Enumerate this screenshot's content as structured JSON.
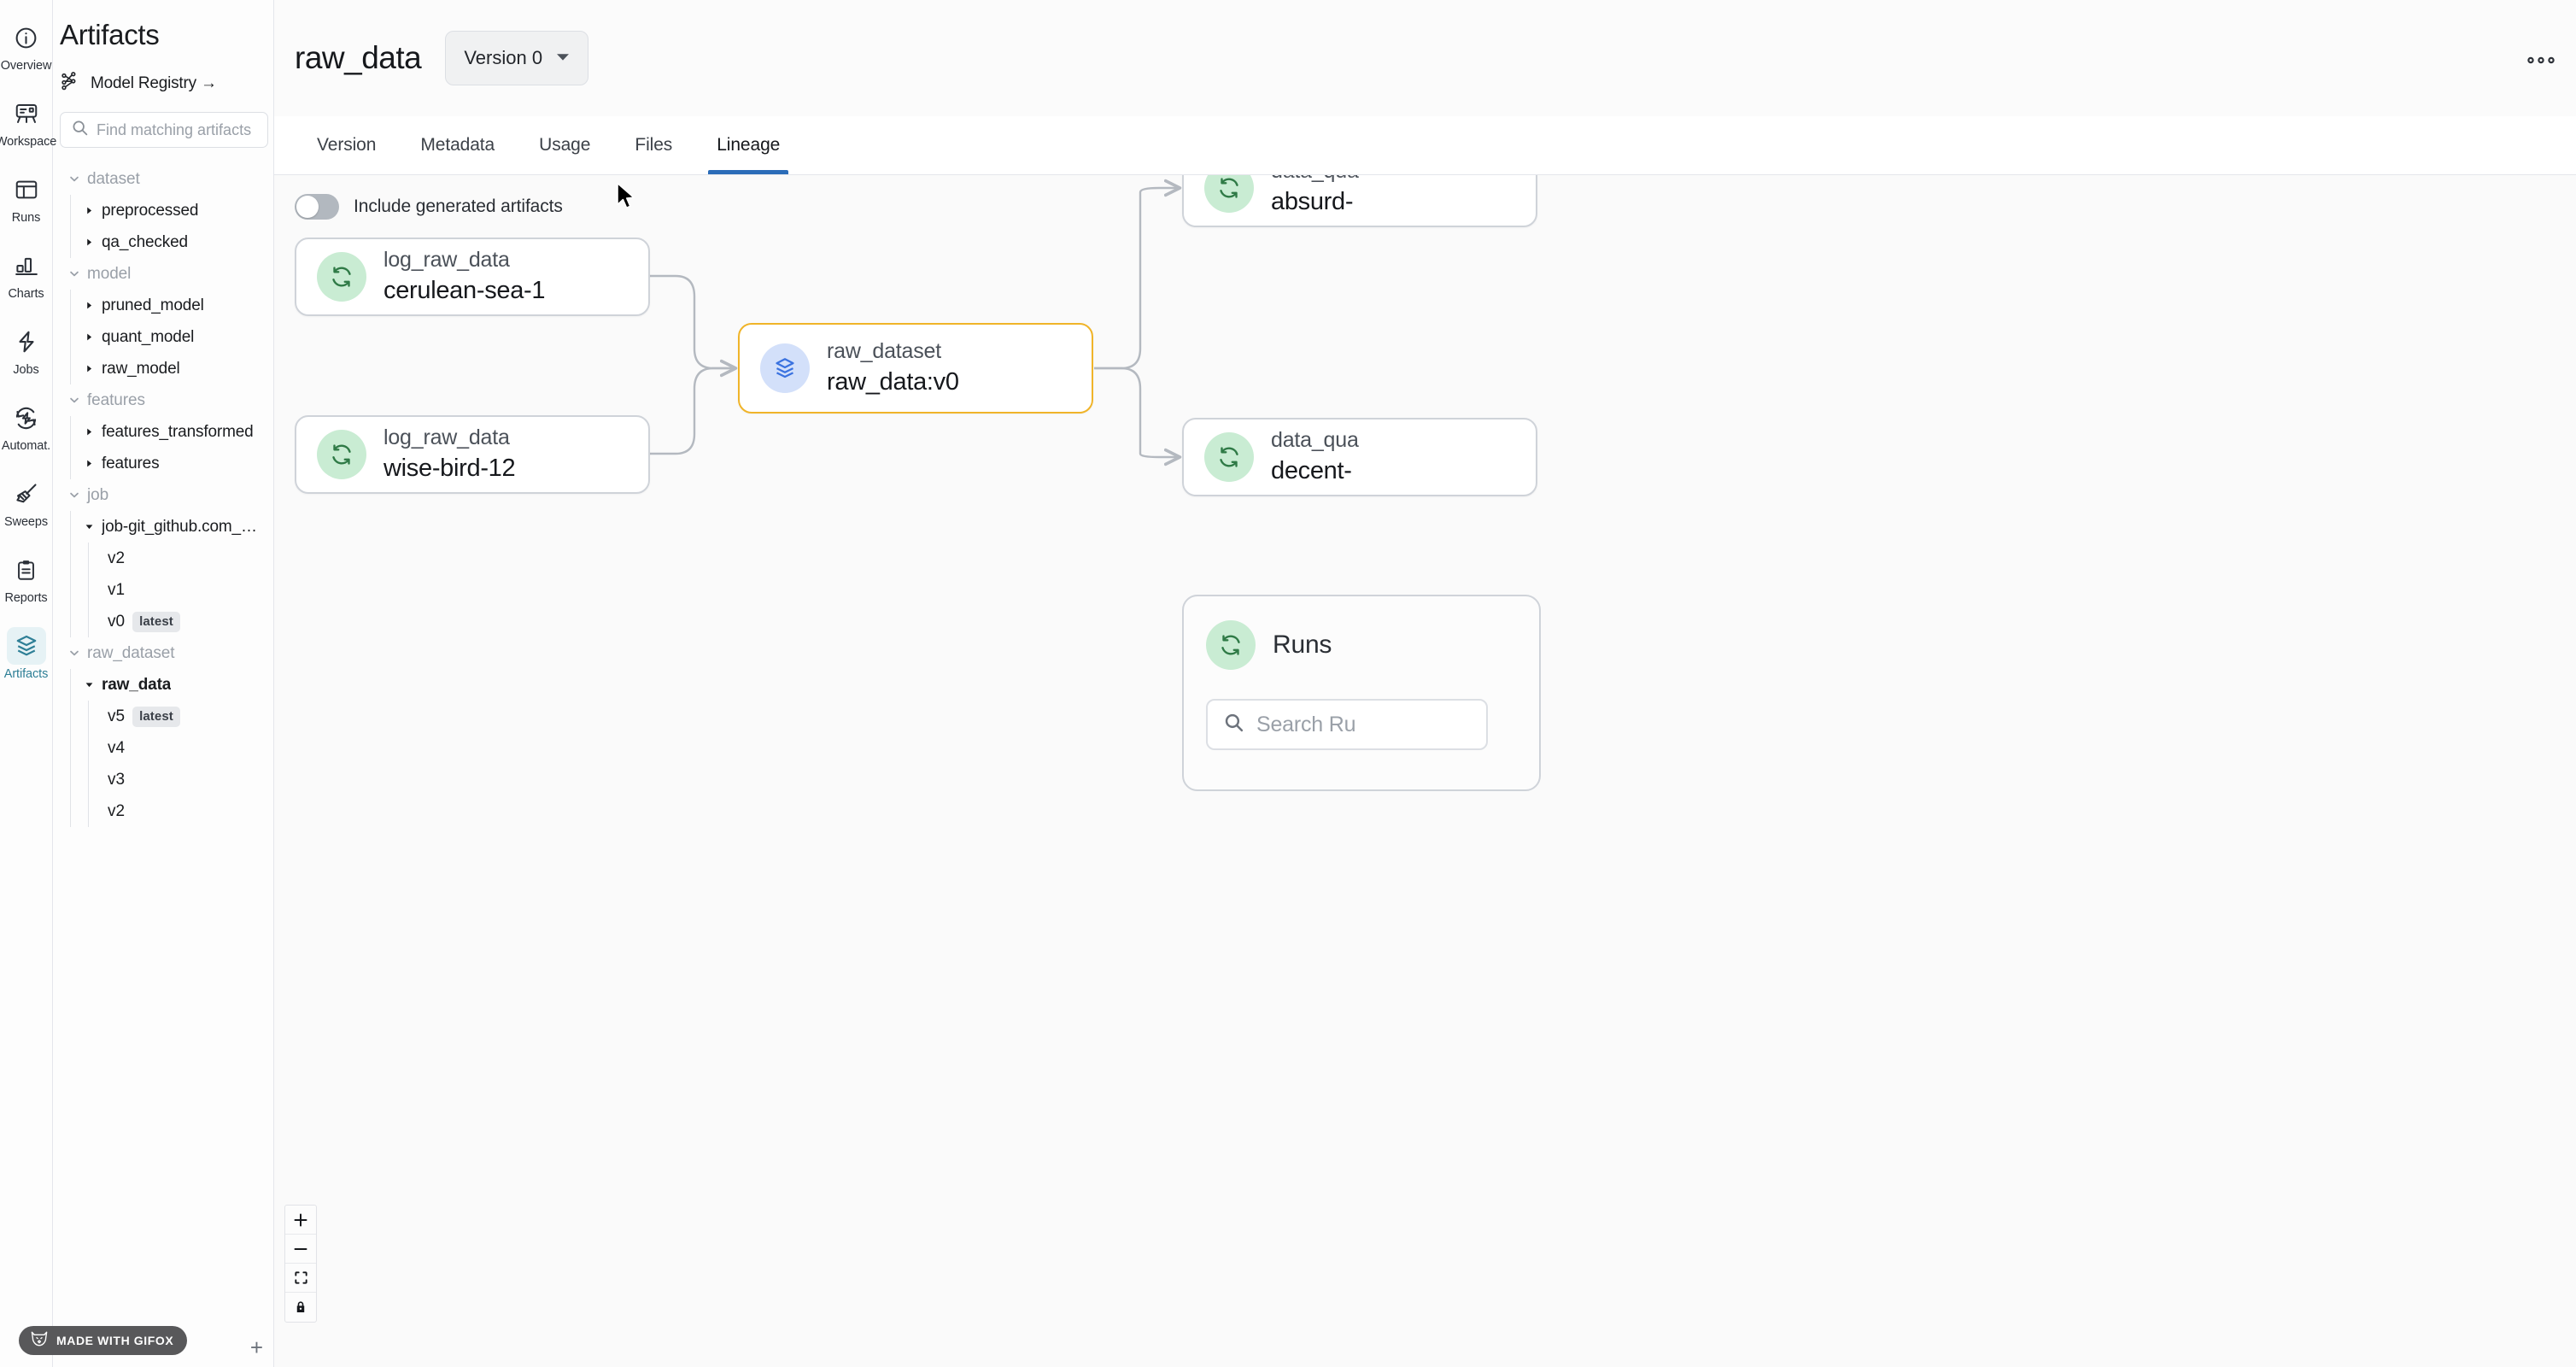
{
  "rail": {
    "items": [
      {
        "label": "Overview",
        "icon": "info-circle-icon",
        "active": false
      },
      {
        "label": "Workspace",
        "icon": "workspace-icon",
        "active": false
      },
      {
        "label": "Runs",
        "icon": "table-icon",
        "active": false
      },
      {
        "label": "Charts",
        "icon": "bar-chart-icon",
        "active": false
      },
      {
        "label": "Jobs",
        "icon": "bolt-icon",
        "active": false
      },
      {
        "label": "Automat.",
        "icon": "automation-icon",
        "active": false
      },
      {
        "label": "Sweeps",
        "icon": "broom-icon",
        "active": false
      },
      {
        "label": "Reports",
        "icon": "clipboard-icon",
        "active": false
      },
      {
        "label": "Artifacts",
        "icon": "layers-icon",
        "active": true
      }
    ]
  },
  "sidebar": {
    "title": "Artifacts",
    "model_registry": "Model Registry →",
    "model_registry_icon": "model-registry-icon",
    "search": {
      "placeholder": "Find matching artifacts",
      "value": "",
      "icon": "search-icon"
    },
    "add_button": "+",
    "tree": [
      {
        "type": "group",
        "label": "dataset",
        "expanded": true,
        "children": [
          {
            "label": "preprocessed",
            "expanded": false
          },
          {
            "label": "qa_checked",
            "expanded": false
          }
        ]
      },
      {
        "type": "group",
        "label": "model",
        "expanded": true,
        "children": [
          {
            "label": "pruned_model",
            "expanded": false
          },
          {
            "label": "quant_model",
            "expanded": false
          },
          {
            "label": "raw_model",
            "expanded": false
          }
        ]
      },
      {
        "type": "group",
        "label": "features",
        "expanded": true,
        "children": [
          {
            "label": "features_transformed",
            "expanded": false
          },
          {
            "label": "features",
            "expanded": false
          }
        ]
      },
      {
        "type": "group",
        "label": "job",
        "expanded": true,
        "children": [
          {
            "label": "job-git_github.com_wa…",
            "expanded": true,
            "versions": [
              {
                "label": "v2",
                "tag": ""
              },
              {
                "label": "v1",
                "tag": ""
              },
              {
                "label": "v0",
                "tag": "latest"
              }
            ]
          }
        ]
      },
      {
        "type": "group",
        "label": "raw_dataset",
        "expanded": true,
        "children": [
          {
            "label": "raw_data",
            "expanded": true,
            "selected": true,
            "versions": [
              {
                "label": "v5",
                "tag": "latest"
              },
              {
                "label": "v4",
                "tag": ""
              },
              {
                "label": "v3",
                "tag": ""
              },
              {
                "label": "v2",
                "tag": ""
              }
            ]
          }
        ]
      }
    ]
  },
  "watermark": {
    "text": "MADE WITH GIFOX",
    "icon": "fox-icon"
  },
  "header": {
    "title": "raw_data",
    "version_selector": "Version 0",
    "version_caret_icon": "chevron-down-icon",
    "overflow_menu": "•••",
    "overflow_menu_icon": "more-horizontal-icon"
  },
  "tabs": [
    {
      "label": "Version",
      "active": false
    },
    {
      "label": "Metadata",
      "active": false
    },
    {
      "label": "Usage",
      "active": false
    },
    {
      "label": "Files",
      "active": false
    },
    {
      "label": "Lineage",
      "active": true
    }
  ],
  "lineage": {
    "toggle": {
      "label": "Include generated artifacts",
      "on": false
    },
    "nodes": [
      {
        "id": "n1",
        "sub": "log_raw_data",
        "name": "cerulean-sea-1",
        "icon": "run-refresh-icon",
        "kind": "run",
        "selected": false
      },
      {
        "id": "n2",
        "sub": "log_raw_data",
        "name": "wise-bird-12",
        "icon": "run-refresh-icon",
        "kind": "run",
        "selected": false
      },
      {
        "id": "n3",
        "sub": "raw_dataset",
        "name": "raw_data:v0",
        "icon": "layers-icon",
        "kind": "artifact",
        "selected": true
      },
      {
        "id": "n4",
        "sub": "data_qua",
        "name": "absurd-",
        "icon": "run-refresh-icon",
        "kind": "run",
        "selected": false
      },
      {
        "id": "n5",
        "sub": "data_qua",
        "name": "decent-",
        "icon": "run-refresh-icon",
        "kind": "run",
        "selected": false
      }
    ],
    "runs_panel": {
      "title": "Runs",
      "icon": "run-refresh-icon",
      "search_placeholder": "Search Ru",
      "search_icon": "search-icon"
    },
    "zoom_controls": [
      {
        "name": "zoom-in",
        "glyph": "+"
      },
      {
        "name": "zoom-out",
        "glyph": "−"
      },
      {
        "name": "fit-view",
        "glyph": "fit"
      },
      {
        "name": "lock",
        "glyph": "lock"
      }
    ]
  },
  "colors": {
    "accent_tab": "#2b6cb8",
    "selected_node_border": "#f0b429",
    "run_icon_bg": "#c9ecd3",
    "run_icon_fg": "#2f7a46",
    "artifact_icon_bg": "#d3e0fa",
    "artifact_icon_fg": "#3a72e0",
    "artifacts_nav_active": "#2e7f96"
  }
}
